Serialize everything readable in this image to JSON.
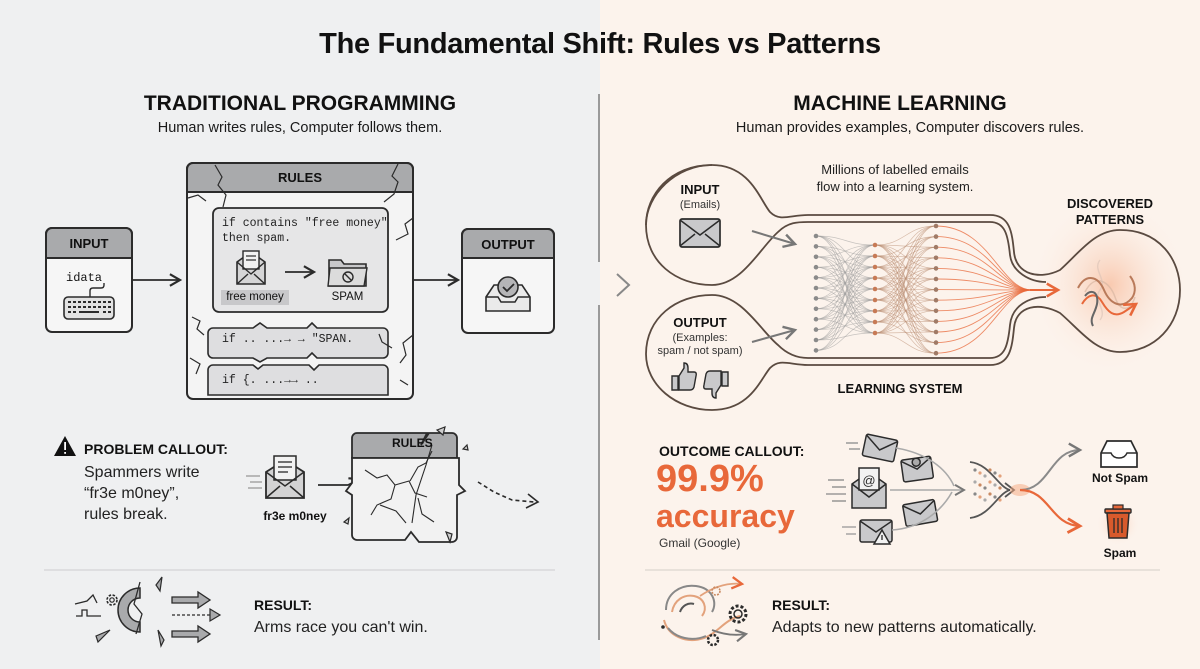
{
  "title": "The Fundamental Shift: Rules vs Patterns",
  "colors": {
    "accent": "#e8683a",
    "left_bg": "#eff0f1",
    "right_bg": "#fcf3ec",
    "header_gray": "#a9aaac",
    "stroke": "#2b2b2b"
  },
  "traditional": {
    "heading": "TRADITIONAL PROGRAMMING",
    "subheading": "Human writes rules, Computer follows them.",
    "input": {
      "label": "INPUT",
      "data_text": "idata",
      "icon": "keyboard-icon"
    },
    "rules": {
      "label": "RULES",
      "rule1_line1": "if contains \"free money\"",
      "rule1_line2": "then spam.",
      "email_tag": "free money",
      "spam_label": "SPAM",
      "rule2": "if .. ...→ → \"SPAN.",
      "rule3": "if {. ...→→ .."
    },
    "output": {
      "label": "OUTPUT",
      "icon": "inbox-check-icon"
    },
    "problem": {
      "heading": "PROBLEM CALLOUT:",
      "line1": "Spammers write",
      "line2": "“fr3e m0ney”,",
      "line3": "rules break.",
      "email_label": "fr3e m0ney",
      "broken_rules_label": "RULES"
    },
    "result": {
      "heading": "RESULT:",
      "text": "Arms race you can't win."
    }
  },
  "ml": {
    "heading": "MACHINE LEARNING",
    "subheading": "Human provides examples, Computer discovers rules.",
    "caption_line1": "Millions of labelled emails",
    "caption_line2": "flow into a learning system.",
    "input": {
      "label": "INPUT",
      "sub": "(Emails)"
    },
    "output": {
      "label": "OUTPUT",
      "sub1": "(Examples:",
      "sub2": "spam / not spam)"
    },
    "system_label": "LEARNING SYSTEM",
    "patterns_line1": "DISCOVERED",
    "patterns_line2": "PATTERNS",
    "outcome": {
      "heading": "OUTCOME CALLOUT:",
      "value": "99.9%",
      "metric": "accuracy",
      "source": "Gmail (Google)",
      "not_spam": "Not Spam",
      "spam": "Spam"
    },
    "result": {
      "heading": "RESULT:",
      "text": "Adapts to new patterns automatically."
    }
  }
}
